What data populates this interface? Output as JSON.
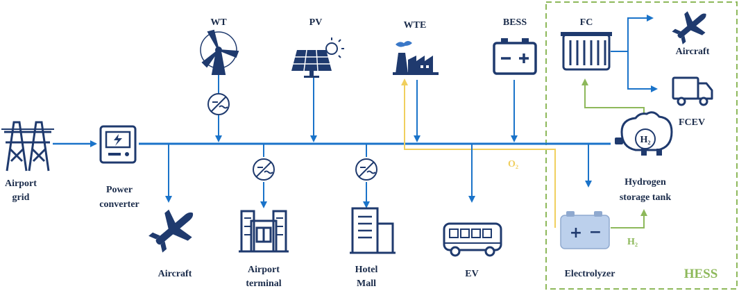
{
  "colors": {
    "line": "#1a73c9",
    "icon": "#1f3a6e",
    "icon_light": "#3a78c8",
    "hydrogen": "#8db85a",
    "oxygen": "#f0cf5e",
    "hess_border": "#8db85a",
    "text": "#1a2b4a"
  },
  "labels": {
    "airport_grid_1": "Airport",
    "airport_grid_2": "grid",
    "power_converter_1": "Power",
    "power_converter_2": "converter",
    "wt": "WT",
    "pv": "PV",
    "wte": "WTE",
    "bess": "BESS",
    "fc": "FC",
    "aircraft_top": "Aircraft",
    "fcev": "FCEV",
    "hydrogen_tank_1": "Hydrogen",
    "hydrogen_tank_2": "storage tank",
    "h2_tank_text": "H₂",
    "o2": "O₂",
    "h2": "H₂",
    "aircraft_bottom": "Aircraft",
    "airport_terminal_1": "Airport",
    "airport_terminal_2": "terminal",
    "hotel_mall_1": "Hotel",
    "hotel_mall_2": "Mall",
    "ev": "EV",
    "electrolyzer": "Electrolyzer",
    "hess": "HESS"
  },
  "icons": [
    "pylon-icon",
    "power-converter-icon",
    "wind-turbine-icon",
    "solar-panel-icon",
    "waste-to-energy-plant-icon",
    "battery-icon",
    "fuel-cell-icon",
    "airplane-icon",
    "truck-icon",
    "hydrogen-tank-icon",
    "electrolyzer-icon",
    "terminal-building-icon",
    "hotel-building-icon",
    "bus-icon",
    "inverter-icon"
  ]
}
